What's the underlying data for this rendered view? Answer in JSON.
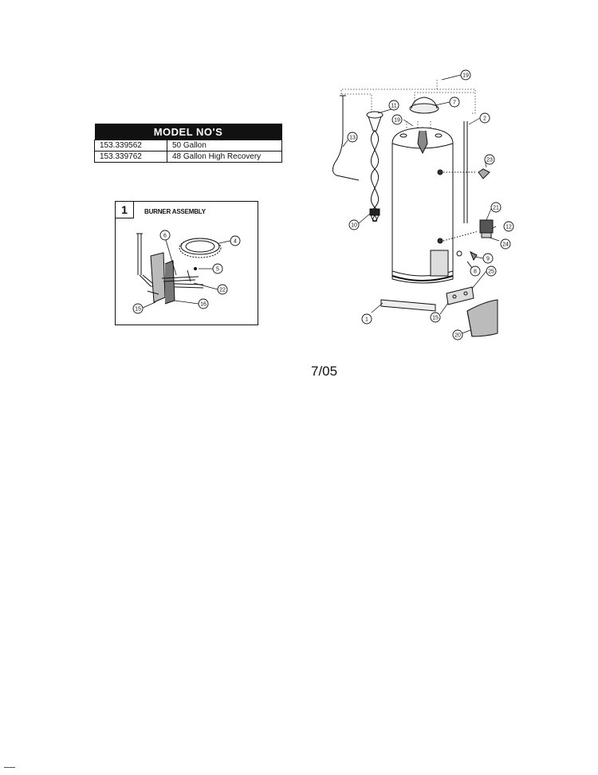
{
  "model_table": {
    "header": "MODEL NO'S",
    "rows": [
      {
        "number": "153.339562",
        "description": "50 Gallon"
      },
      {
        "number": "153.339762",
        "description": "48 Gallon High Recovery"
      }
    ]
  },
  "burner_assembly": {
    "index": "1",
    "title": "BURNER ASSEMBLY",
    "callouts": [
      "6",
      "4",
      "5",
      "22",
      "15",
      "16"
    ]
  },
  "main_diagram": {
    "callouts": [
      "19",
      "11",
      "7",
      "19",
      "2",
      "13",
      "23",
      "21",
      "12",
      "24",
      "10",
      "9",
      "8",
      "25",
      "1",
      "15",
      "20"
    ]
  },
  "date": "7/05"
}
